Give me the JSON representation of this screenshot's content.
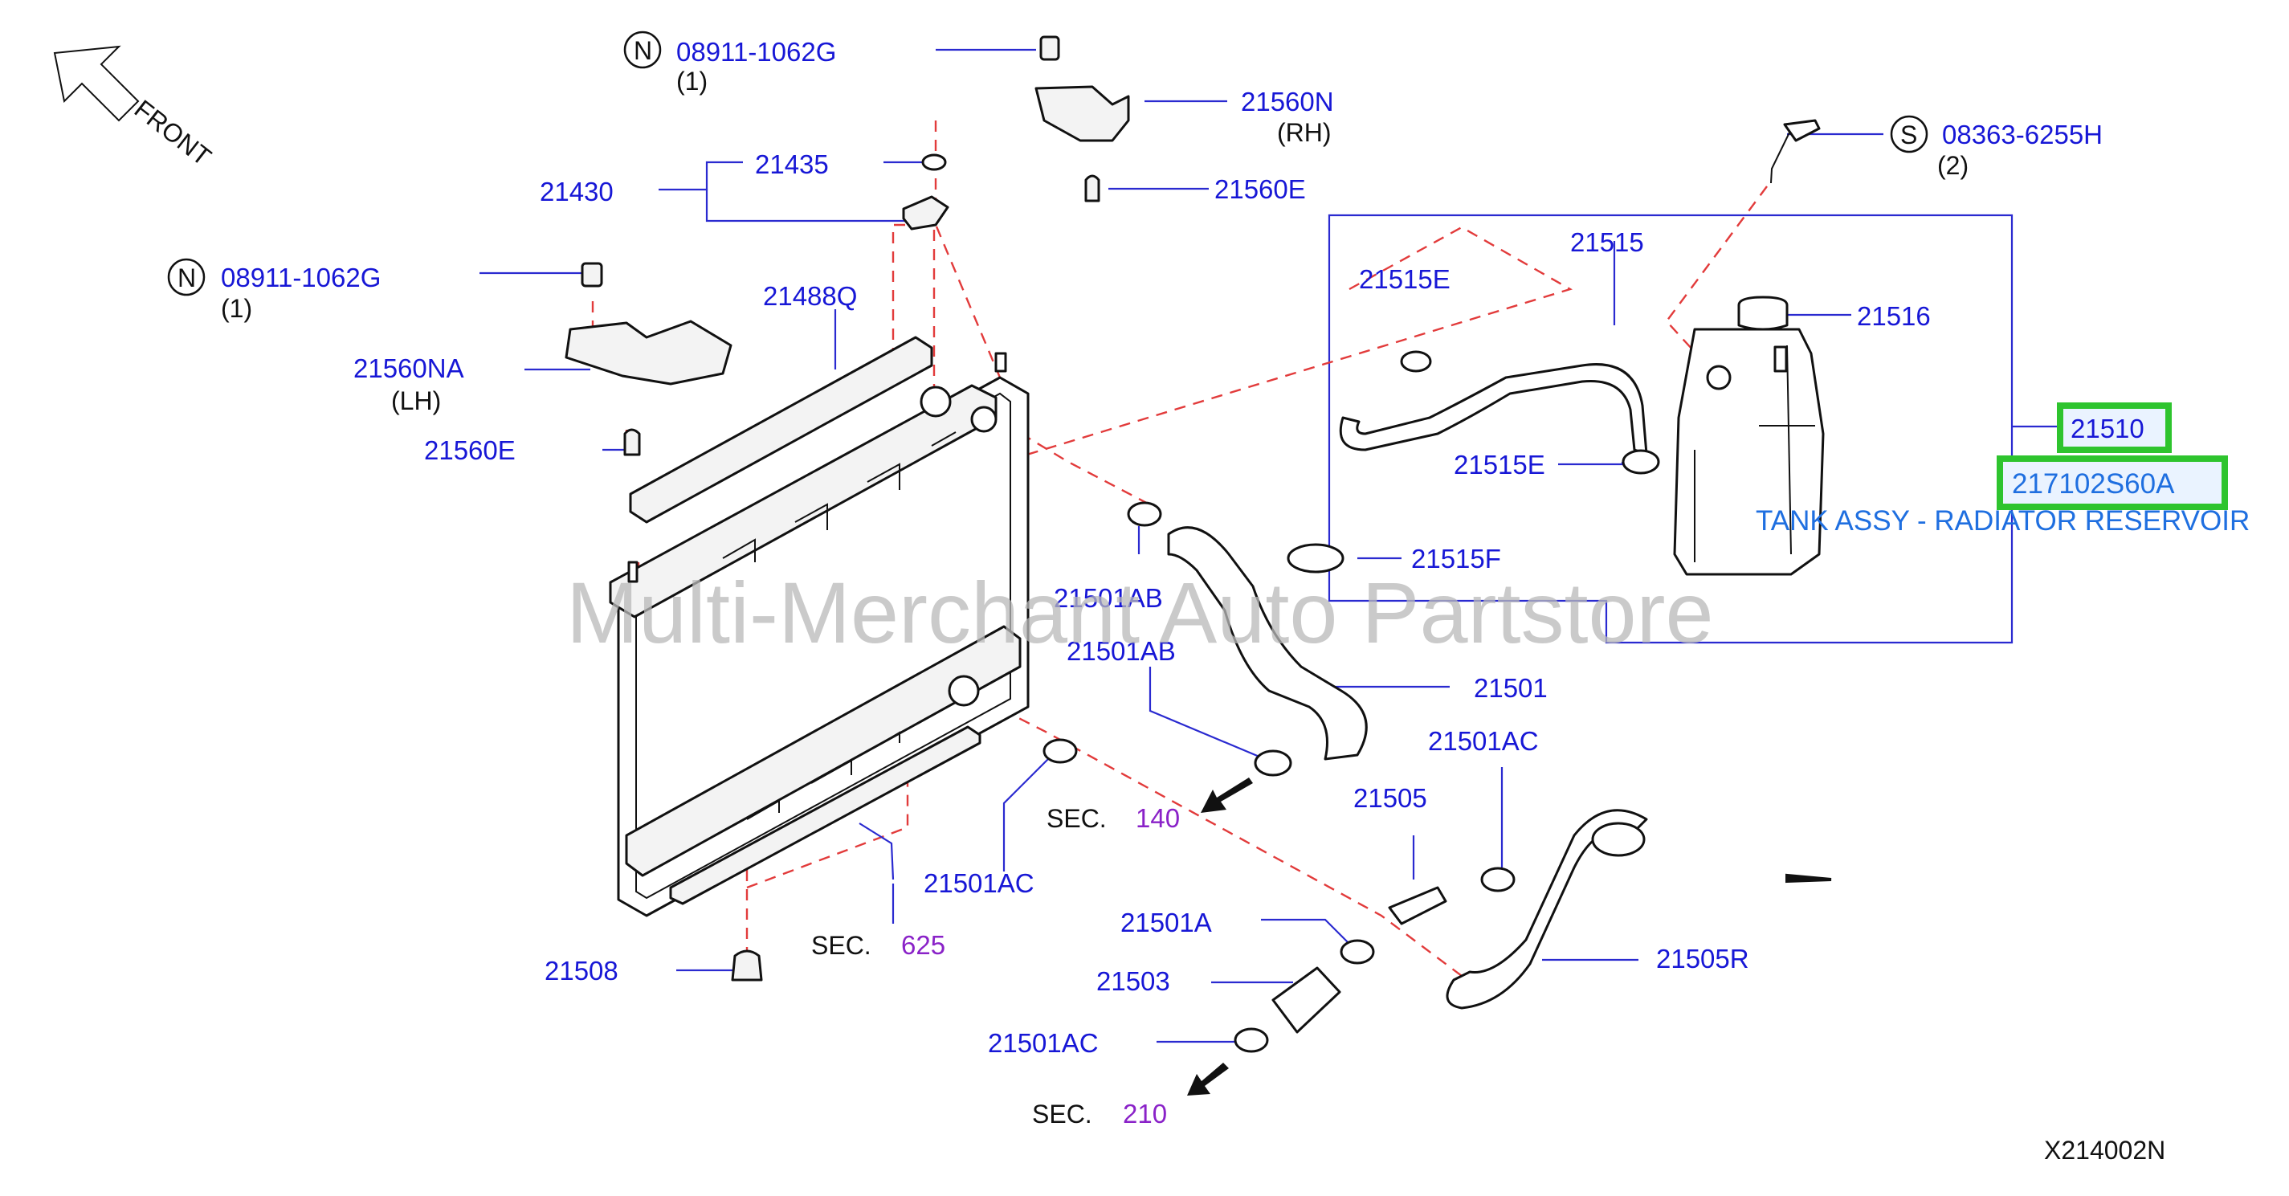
{
  "watermark": "Multi-Merchant Auto Partstore",
  "front_label": "FRONT",
  "diagram_code": "X214002N",
  "highlight": {
    "part": "21510",
    "oem": "217102S60A",
    "description": "TANK ASSY - RADIATOR RESERVOIR"
  },
  "labels": {
    "n_top_code": "08911-1062G",
    "n_top_qty": "(1)",
    "n_top_badge": "N",
    "n_left_code": "08911-1062G",
    "n_left_qty": "(1)",
    "n_left_badge": "N",
    "s_code": "08363-6255H",
    "s_qty": "(2)",
    "s_badge": "S",
    "p21560N": "21560N",
    "rh": "(RH)",
    "p21560E_top": "21560E",
    "p21430": "21430",
    "p21435": "21435",
    "p21488Q": "21488Q",
    "p21560NA": "21560NA",
    "lh": "(LH)",
    "p21560E_left": "21560E",
    "p21515": "21515",
    "p21515E_a": "21515E",
    "p21515E_b": "21515E",
    "p21516": "21516",
    "p21515F": "21515F",
    "p21501AB_a": "21501AB",
    "p21501AB_b": "21501AB",
    "p21501": "21501",
    "p21501AC_a": "21501AC",
    "p21501AC_b": "21501AC",
    "p21501AC_c": "21501AC",
    "p21505": "21505",
    "p21501A": "21501A",
    "p21503": "21503",
    "p21505R": "21505R",
    "p21508": "21508"
  },
  "sections": [
    {
      "prefix": "SEC.",
      "number": "140"
    },
    {
      "prefix": "SEC.",
      "number": "625"
    },
    {
      "prefix": "SEC.",
      "number": "210"
    }
  ]
}
